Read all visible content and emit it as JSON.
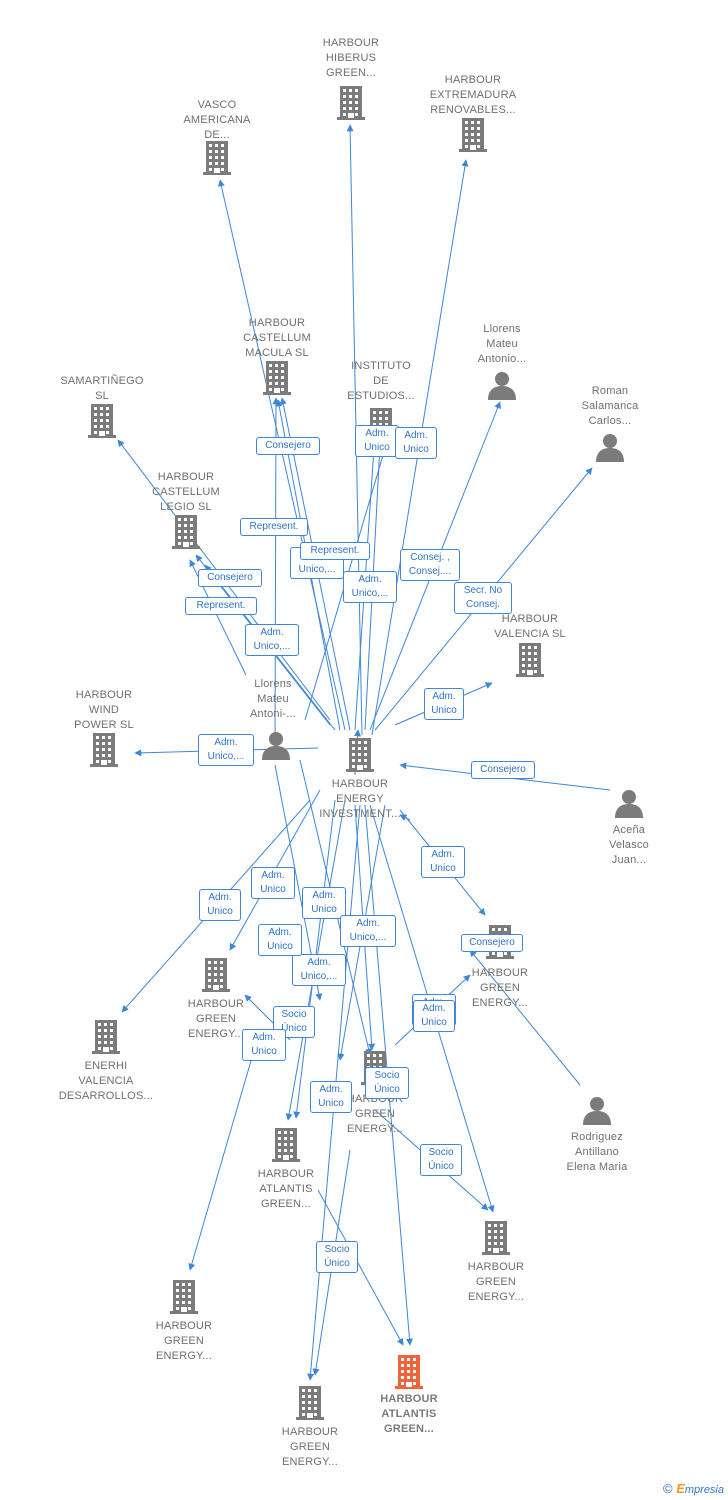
{
  "colors": {
    "node": "#7b7b7b",
    "target_node": "#f0643c",
    "edge": "#3f86d6",
    "label_text": "#2f74c9"
  },
  "nodes": [
    {
      "id": "hiberus",
      "kind": "company",
      "label": "HARBOUR\nHIBERUS\nGREEN..."
    },
    {
      "id": "extremadura",
      "kind": "company",
      "label": "HARBOUR\nEXTREMADURA\nRENOVABLES..."
    },
    {
      "id": "vasco",
      "kind": "company",
      "label": "VASCO\nAMERICANA\nDE..."
    },
    {
      "id": "castellum_macula",
      "kind": "company",
      "label": "HARBOUR\nCASTELLUM\nMACULA  SL"
    },
    {
      "id": "instituto",
      "kind": "company",
      "label": "INSTITUTO\nDE\nESTUDIOS..."
    },
    {
      "id": "llorens1",
      "kind": "person",
      "label": "Llorens\nMateu\nAntonio..."
    },
    {
      "id": "roman",
      "kind": "person",
      "label": "Roman\nSalamanca\nCarlos..."
    },
    {
      "id": "samartinego",
      "kind": "company",
      "label": "SAMARTIÑEGO\nSL"
    },
    {
      "id": "castellum_legio",
      "kind": "company",
      "label": "HARBOUR\nCASTELLUM\nLEGIO  SL"
    },
    {
      "id": "valencia",
      "kind": "company",
      "label": "HARBOUR\nVALENCIA  SL"
    },
    {
      "id": "wind",
      "kind": "company",
      "label": "HARBOUR\nWIND\nPOWER  SL"
    },
    {
      "id": "llorens2",
      "kind": "person",
      "label": "Llorens\nMateu\nAntoni-..."
    },
    {
      "id": "energy_inv",
      "kind": "company",
      "label": "HARBOUR\nENERGY\nINVESTMENT..."
    },
    {
      "id": "acena",
      "kind": "person",
      "label": "Aceña\nVelasco\nJuan..."
    },
    {
      "id": "green_right",
      "kind": "company",
      "label": "HARBOUR\nGREEN\nENERGY..."
    },
    {
      "id": "green_left",
      "kind": "company",
      "label": "HARBOUR\nGREEN\nENERGY..."
    },
    {
      "id": "enerhi",
      "kind": "company",
      "label": "ENERHI\nVALENCIA\nDESARROLLOS..."
    },
    {
      "id": "green_center",
      "kind": "company",
      "label": "HARBOUR\nGREEN\nENERGY..."
    },
    {
      "id": "rodriguez",
      "kind": "person",
      "label": "Rodriguez\nAntillano\nElena Maria"
    },
    {
      "id": "atlantis1",
      "kind": "company",
      "label": "HARBOUR\nATLANTIS\nGREEN..."
    },
    {
      "id": "green_br",
      "kind": "company",
      "label": "HARBOUR\nGREEN\nENERGY..."
    },
    {
      "id": "green_bl",
      "kind": "company",
      "label": "HARBOUR\nGREEN\nENERGY..."
    },
    {
      "id": "atlantis_target",
      "kind": "target",
      "label": "HARBOUR\nATLANTIS\nGREEN..."
    },
    {
      "id": "green_bottom",
      "kind": "company",
      "label": "HARBOUR\nGREEN\nENERGY..."
    }
  ],
  "edge_labels": [
    "Adm.\nUnico",
    "Adm.\nUnico",
    "Consejero",
    "Represent.",
    "Adm.\nUnico,...",
    "Represent.",
    "Adm.\nUnico,...",
    "Consej. ,\nConsej....",
    "Secr.  No\nConsej.",
    "Consejero",
    "Represent.",
    "Adm.\nUnico,...",
    "Adm.\nUnico",
    "Adm.\nUnico,...",
    "Consejero",
    "Adm.\nUnico",
    "Consejero",
    "Adm.\nUnico",
    "Adm.\nUnico",
    "Adm.\nUnico",
    "Adm.\nUnico,...",
    "Adm.\nUnico,...",
    "Socio\nÚnico",
    "Adm.\nUnico",
    "Adm.\nUnico",
    "Adm.\nUnico",
    "Adm.\nUnico",
    "Adm.\nUnico",
    "Socio\nÚnico",
    "Socio\nÚnico",
    "Socio\nÚnico"
  ],
  "footer": {
    "copyright": "©",
    "brand_initial": "E",
    "brand_rest": "mpresia"
  }
}
